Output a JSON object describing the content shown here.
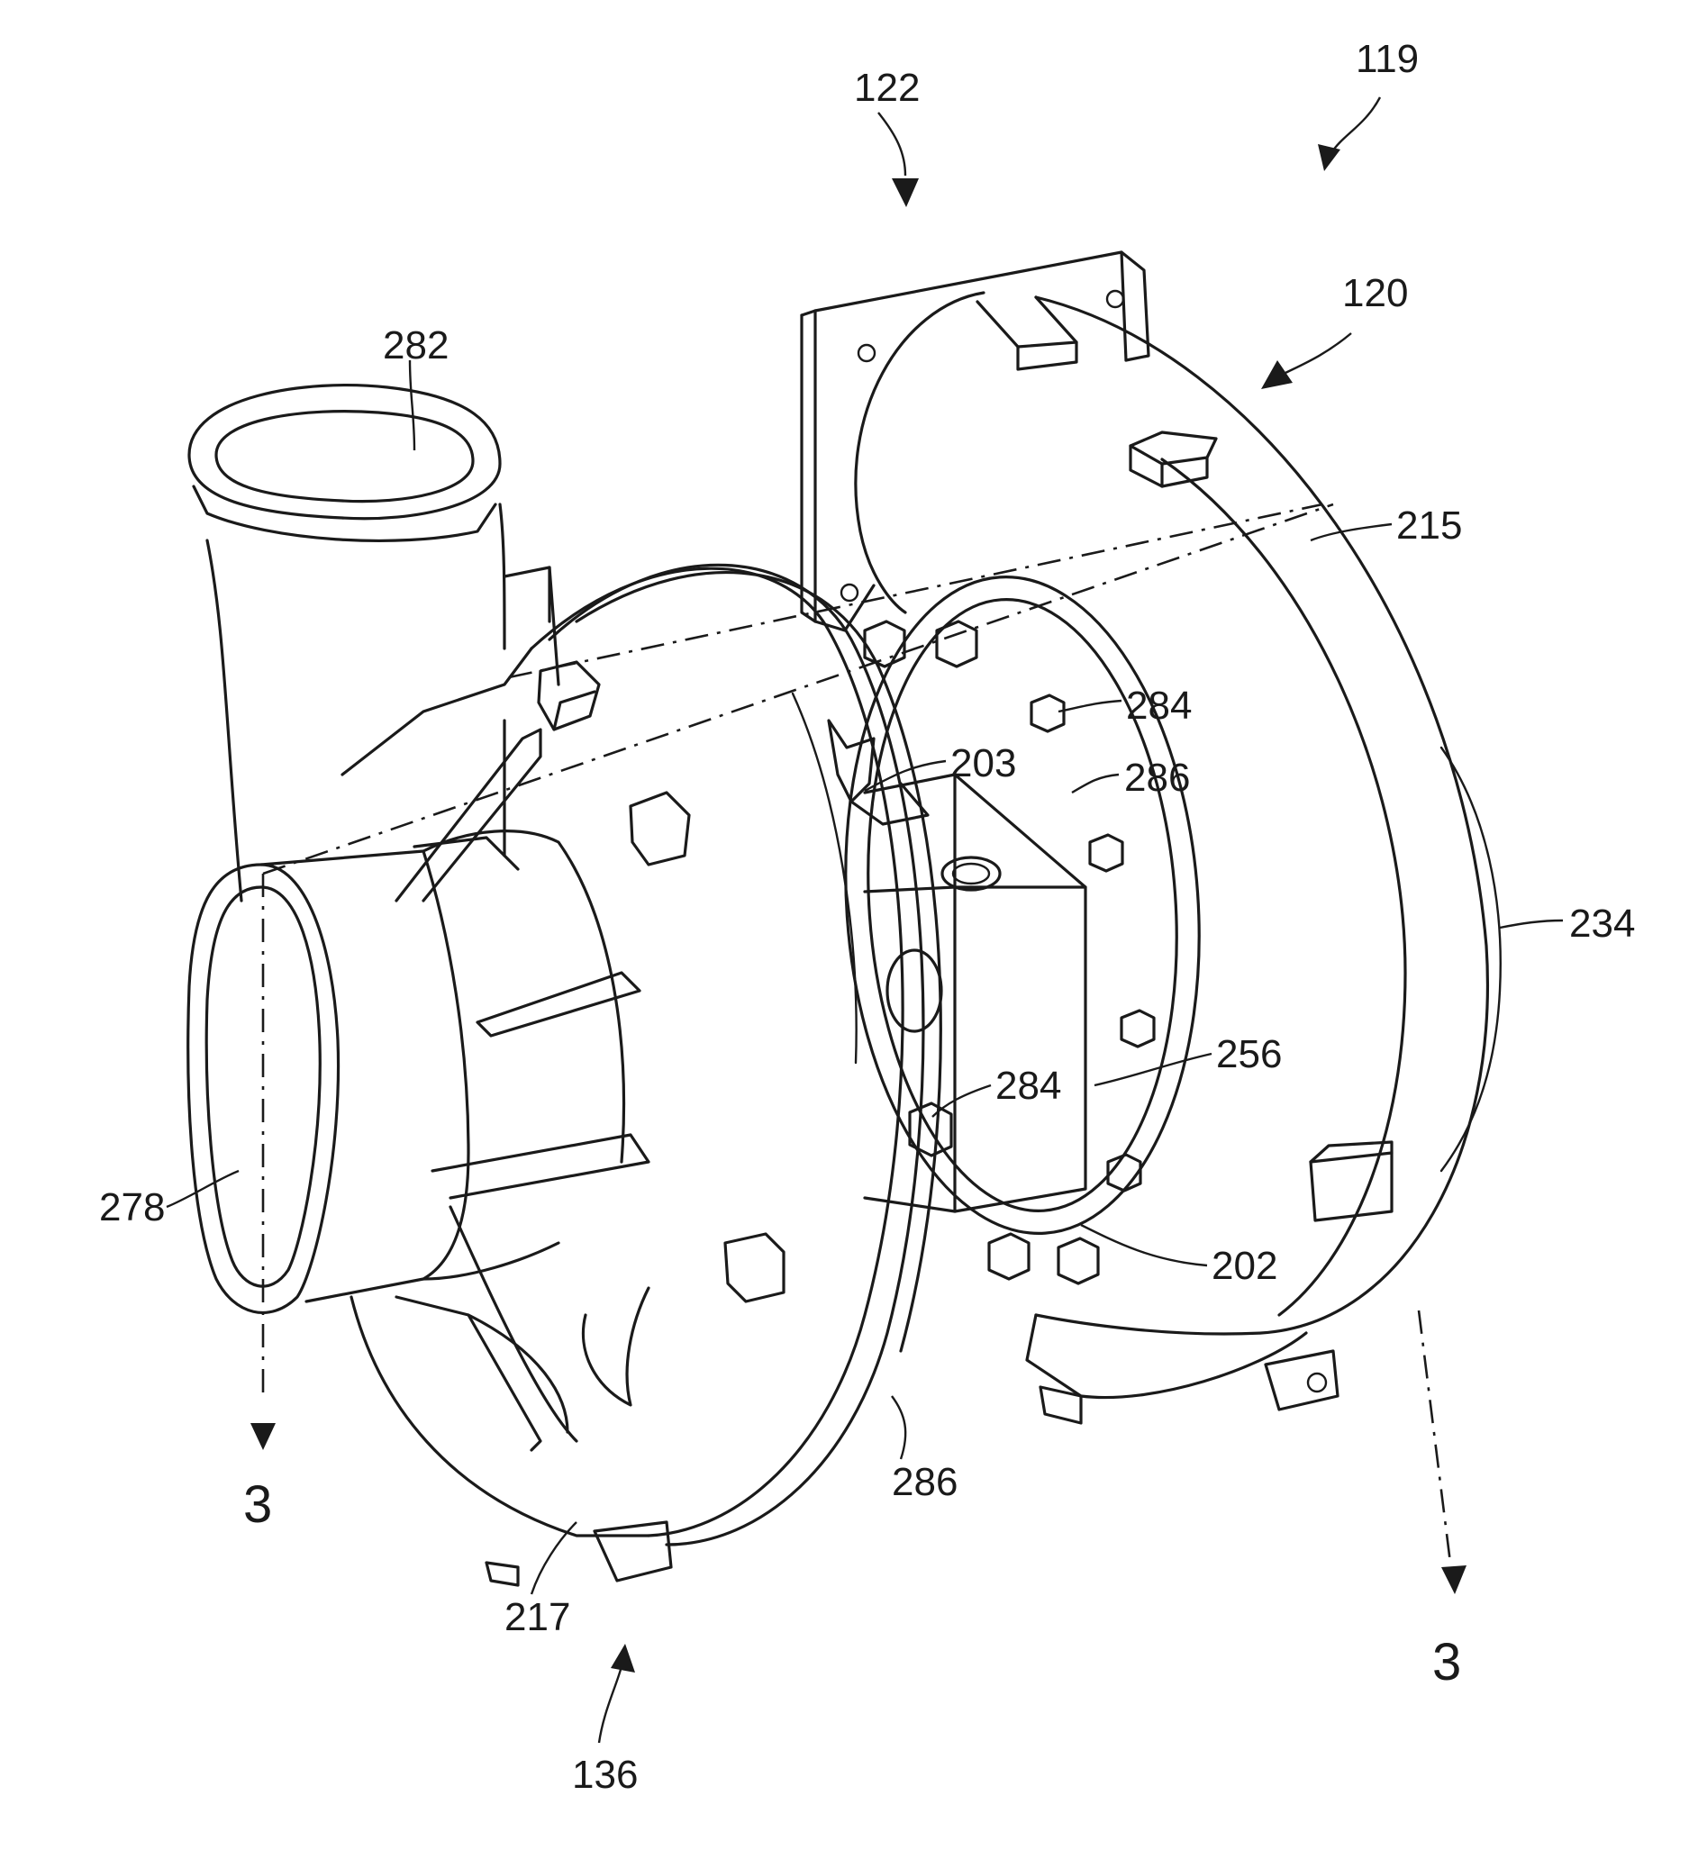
{
  "labels": {
    "l119": "119",
    "l122": "122",
    "l120": "120",
    "l282": "282",
    "l215": "215",
    "l284a": "284",
    "l203": "203",
    "l286a": "286",
    "l234": "234",
    "l256": "256",
    "l284b": "284",
    "l278": "278",
    "l202": "202",
    "l286b": "286",
    "l217": "217",
    "l136": "136",
    "sec_left": "3",
    "sec_right": "3"
  }
}
